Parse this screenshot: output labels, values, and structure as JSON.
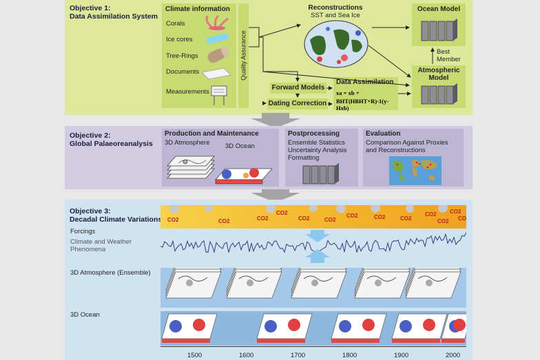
{
  "objective1": {
    "title": "Objective 1:",
    "subtitle": "Data Assimilation System",
    "climate_info": {
      "title": "Climate information",
      "items": [
        "Corals",
        "Ice cores",
        "Tree-Rings",
        "Documents",
        "Measurements"
      ]
    },
    "quality_assurance": "Quality Assurance",
    "reconstructions": {
      "title": "Reconstructions",
      "subtitle": "SST and Sea Ice"
    },
    "ocean_model": "Ocean Model",
    "best_member": "Best Member",
    "atmospheric_model": "Atmospheric Model",
    "forward_models": "Forward Models",
    "dating_correction": "Dating Correction",
    "data_assimilation": {
      "title": "Data Assimilation",
      "eq1": "xa = xb +",
      "eq2": "BHT(HBHT+R)-1(y-Hxb)"
    }
  },
  "objective2": {
    "title": "Objective 2:",
    "subtitle": "Global Palaeoreanalysis",
    "production": {
      "title": "Production and Maintenance",
      "atm": "3D Atmosphere",
      "ocean": "3D Ocean"
    },
    "postprocessing": {
      "title": "Postprocessing",
      "lines": [
        "Ensemble Statistics",
        "Uncertainty Analysis",
        "Formatting"
      ]
    },
    "evaluation": {
      "title": "Evaluation",
      "lines": [
        "Comparison Against Proxies",
        "and Reconstructions"
      ]
    }
  },
  "objective3": {
    "title": "Objective 3:",
    "subtitle": "Decadal Climate Variations",
    "forcings": "Forcings",
    "climate_weather": "Climate and Weather Phenomena",
    "atm_ensemble": "3D Atmosphere (Ensemble)",
    "ocean3d": "3D Ocean",
    "co2_label": "CO2"
  },
  "timeline": {
    "ticks": [
      "1500",
      "1600",
      "1700",
      "1800",
      "1900",
      "2000"
    ]
  },
  "colors": {
    "band1": "#dde89a",
    "band2": "#d2cce3",
    "band3": "#d0e3f1",
    "box_green": "#c8da72",
    "box_lavender": "#bcb5d4",
    "forcing_yellow": "#f5c83a",
    "co2_red": "#c02020",
    "series_line": "#2b3f78"
  }
}
